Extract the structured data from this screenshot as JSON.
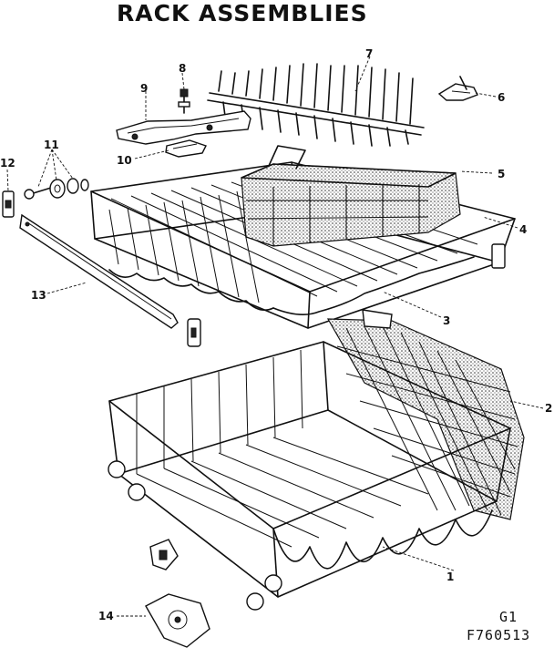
{
  "title": "RACK ASSEMBLIES",
  "callouts": [
    "1",
    "2",
    "3",
    "4",
    "5",
    "6",
    "7",
    "8",
    "9",
    "10",
    "11",
    "12",
    "13",
    "14"
  ],
  "footer": {
    "code_1": "G1",
    "code_2": "F760513"
  }
}
